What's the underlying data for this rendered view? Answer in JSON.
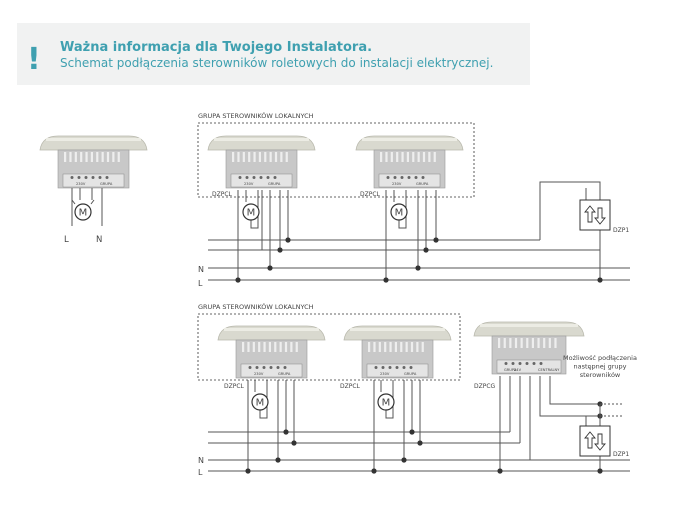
{
  "info": {
    "mark": "!",
    "title": "Ważna informacja dla Twojego Instalatora.",
    "subtitle": "Schemat podłączenia sterowników roletowych do instalacji elektrycznej."
  },
  "diagram": {
    "group_label_1": "GRUPA STEROWNIKÓW LOKALNYCH",
    "group_label_2": "GRUPA STEROWNIKÓW LOKALNYCH",
    "device_local": "DZPCL",
    "device_central": "DZPCG",
    "switch_label": "DZP1",
    "motor_symbol": "M",
    "phase_label": "L",
    "neutral_label": "N",
    "note_lines": [
      "Możliwość podłączenia",
      "następnej grupy",
      "sterowników"
    ],
    "terminal_text_local_1": "230V",
    "terminal_text_local_2": "GRUPA",
    "terminal_text_central_1": "GRUPA",
    "terminal_text_central_2": "24V",
    "terminal_text_central_3": "CENTRALNY"
  },
  "colors": {
    "accent": "#3fa0b0",
    "wire": "#555555",
    "device_body": "#c8c8c8",
    "device_cap": "#d9d9cf",
    "info_bg": "#f1f2f2"
  }
}
